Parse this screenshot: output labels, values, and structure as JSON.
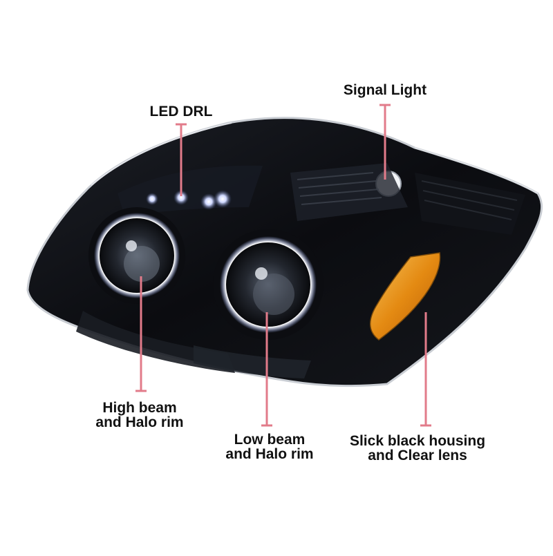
{
  "colors": {
    "background": "#ffffff",
    "label_text": "#111111",
    "callout_line": "#e27b8a",
    "housing": "#0d0f14",
    "halo_glow": "#ffffff",
    "amber_reflector": "#e89a1a"
  },
  "callouts": {
    "led_drl": {
      "label": "LED DRL"
    },
    "signal_light": {
      "label": "Signal Light"
    },
    "high_beam": {
      "line1": "High beam",
      "line2": "and Halo rim"
    },
    "low_beam": {
      "line1": "Low beam",
      "line2": "and Halo rim"
    },
    "housing": {
      "line1": "Slick black housing",
      "line2": "and Clear lens"
    }
  }
}
